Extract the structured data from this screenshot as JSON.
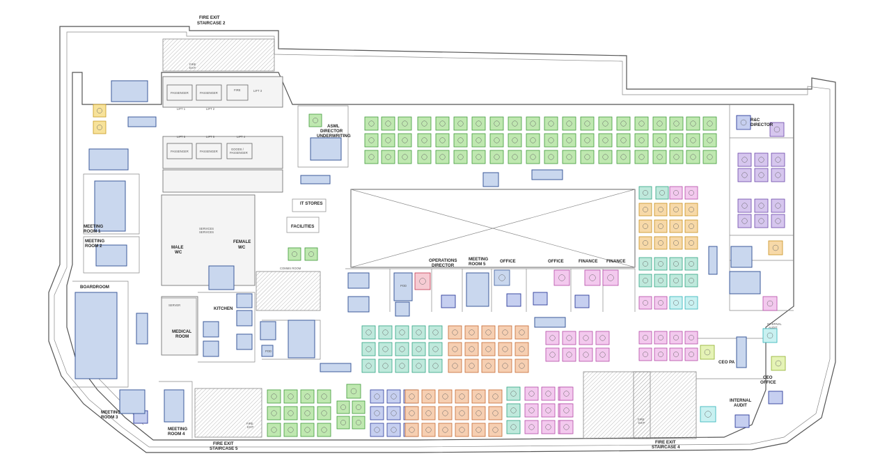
{
  "labels": {
    "fire_exit_2": [
      "FIRE EXIT",
      "STAIRCASE 2"
    ],
    "fire_exit_5": [
      "FIRE EXIT",
      "STAIRCASE 5"
    ],
    "fire_exit_4": [
      "FIRE EXIT",
      "STAIRCASE 4"
    ],
    "asml": [
      "ASML",
      "DIRECTOR",
      "UNDERWRITING"
    ],
    "rc_director": [
      "R&C",
      "DIRECTOR"
    ],
    "meeting_room_1": [
      "MEETING",
      "ROOM 1"
    ],
    "meeting_room_2": [
      "MEETING",
      "ROOM 2"
    ],
    "meeting_room_3": [
      "MEETING",
      "ROOM 3"
    ],
    "meeting_room_4": [
      "MEETING",
      "ROOM 4"
    ],
    "meeting_room_5": [
      "MEETING",
      "ROOM 5"
    ],
    "boardroom": "BOARDROOM",
    "male_wc": [
      "MALE",
      "WC"
    ],
    "female_wc": [
      "FEMALE",
      "WC"
    ],
    "kitchen": "KITCHEN",
    "medical_room": [
      "MEDICAL",
      "ROOM"
    ],
    "it_stores": "IT STORES",
    "facilities": "FACILITIES",
    "operations_director": [
      "OPERATIONS",
      "DIRECTOR"
    ],
    "office_1": "OFFICE",
    "office_2": "OFFICE",
    "finance_1": "FINANCE",
    "finance_2": "FINANCE",
    "ceo_pa": "CEO PA",
    "ceo_office": [
      "CEO",
      "OFFICE"
    ],
    "internal_audit": [
      "INTERNAL",
      "AUDIT"
    ],
    "internal_audit_small": [
      "INTERNAL",
      "AUDIT"
    ],
    "comms_room": "COMMS ROOM",
    "server": "SERVER",
    "services": [
      "SERVICES",
      "SERVICES"
    ],
    "pod": "POD",
    "pod_2": "POD",
    "fire_exit_small": [
      "FIRE",
      "EXIT"
    ],
    "fire_exit_small_4": [
      "FIRE",
      "EXIT"
    ],
    "fire_exit_small_5": [
      "FIRE",
      "EXIT"
    ],
    "lift_1": "LIFT 1",
    "lift_2": "LIFT 2",
    "lift_3": "LIFT 3",
    "lift_4": "LIFT 4",
    "lift_5": "LIFT 5",
    "lift_6": "LIFT 6",
    "passenger": "PASSENGER",
    "passenger_2": "PASSENGER",
    "passenger_3": "PASSENGER",
    "passenger_4": "PASSENGER",
    "goods_passenger": [
      "GOODS /",
      "PASSENGER"
    ],
    "fire_lift": "FIRE"
  },
  "colors": {
    "green": "#bfe8b0",
    "green_stroke": "#3f9a3a",
    "teal": "#bfe9dc",
    "teal_stroke": "#2fa383",
    "orange": "#f6cfb2",
    "orange_stroke": "#c56a32",
    "magenta": "#f3c9ee",
    "magenta_stroke": "#b34aa6",
    "purple": "#d6c6ee",
    "purple_stroke": "#6a45a8",
    "navy": "#c6cff0",
    "navy_stroke": "#2c3a9a",
    "yellow": "#f7e29a",
    "yellow_stroke": "#c79a1e",
    "gold": "#f7d9a8",
    "gold_stroke": "#c8911f",
    "cyan": "#c9f1f1",
    "cyan_stroke": "#2bb1b8",
    "lime": "#e5f3b6",
    "lime_stroke": "#8fae2b",
    "pink": "#f6cbd3",
    "pink_stroke": "#c2364f",
    "room_blue": "#c9d7ee",
    "room_blue_stroke": "#3b5a9a"
  }
}
